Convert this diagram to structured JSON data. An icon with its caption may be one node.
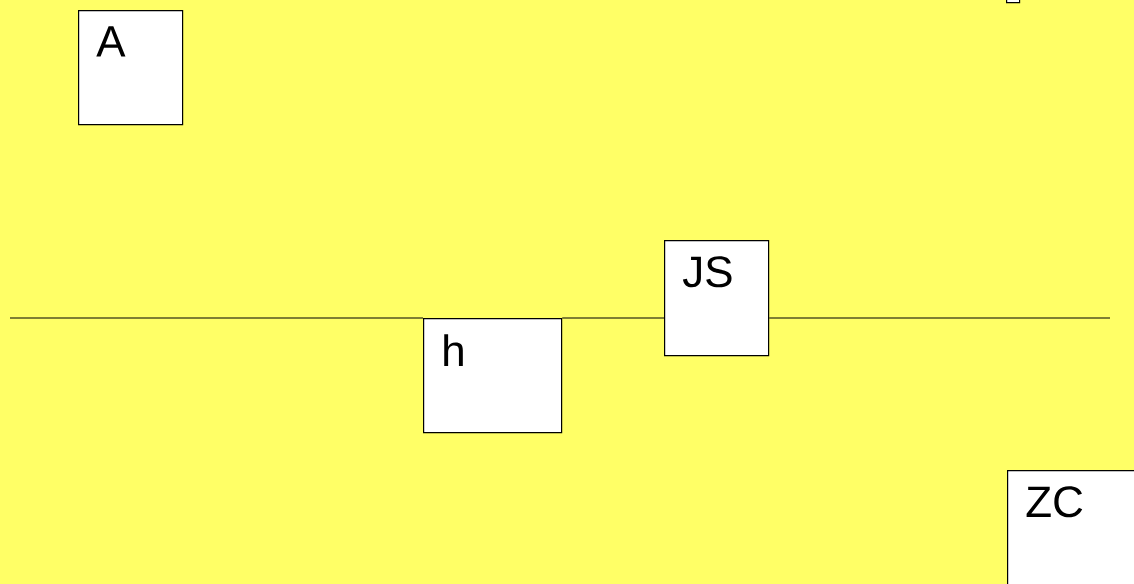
{
  "diagram": {
    "nodes": [
      {
        "text": [
          "A"
        ]
      },
      {
        "text": [
          "h"
        ]
      },
      {
        "text": [
          "JS"
        ]
      },
      {
        "text": [
          "ZC"
        ]
      },
      {
        "text": [],
        "shape": "box"
      }
    ],
    "edges": [
      {
        "from": null,
        "to": 1,
        "arrow": "none"
      },
      {
        "from": 1,
        "to": 2,
        "arrow": "none"
      },
      {
        "from": 2,
        "to": null,
        "arrow": "none"
      }
    ]
  }
}
